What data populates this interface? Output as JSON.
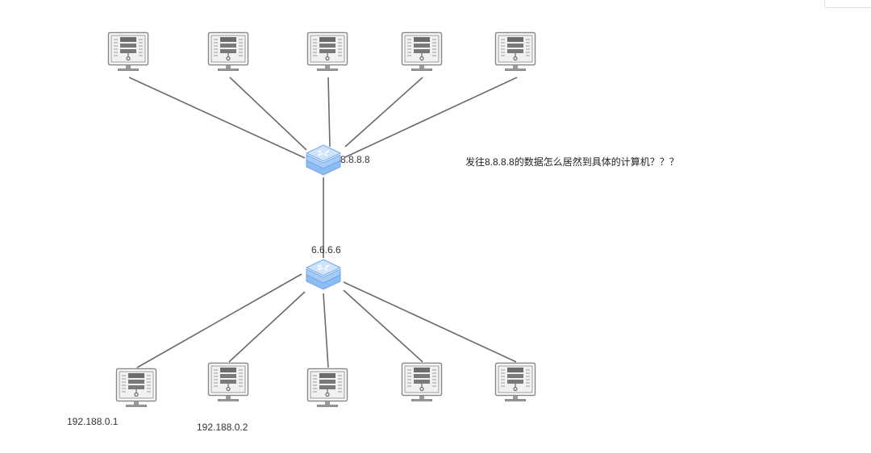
{
  "diagram": {
    "routers": [
      {
        "id": "router-top",
        "label": "8.8.8.8"
      },
      {
        "id": "router-bottom",
        "label": "6.6.6.6"
      }
    ],
    "top_computers": [
      {
        "id": "pc-t1"
      },
      {
        "id": "pc-t2"
      },
      {
        "id": "pc-t3"
      },
      {
        "id": "pc-t4"
      },
      {
        "id": "pc-t5"
      }
    ],
    "bottom_computers": [
      {
        "id": "pc-b1",
        "label": "192.188.0.1"
      },
      {
        "id": "pc-b2",
        "label": "192.188.0.2"
      },
      {
        "id": "pc-b3"
      },
      {
        "id": "pc-b4"
      },
      {
        "id": "pc-b5"
      }
    ],
    "question": "发往8.8.8.8的数据怎么居然到具体的计算机？？？",
    "colors": {
      "link": "#6a6a6a",
      "router_top": "#b8d6fa",
      "router_side": "#8dbcf2",
      "router_edge": "#6fa7ea",
      "monitor_frame": "#8a8a8a",
      "monitor_fill": "#f1f1f1"
    },
    "icons": {
      "router": "router-icon",
      "computer": "computer-monitor-icon"
    }
  }
}
